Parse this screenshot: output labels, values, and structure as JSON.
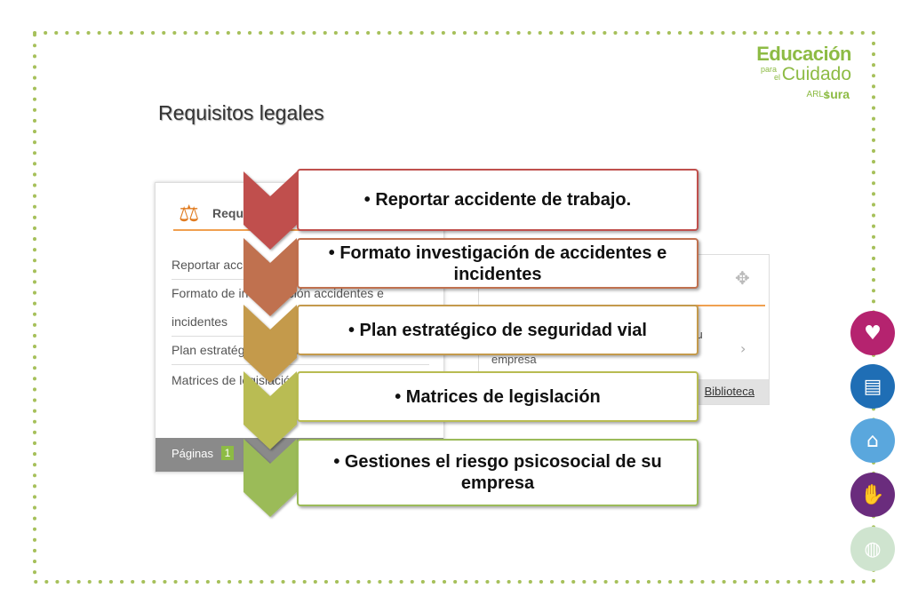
{
  "page": {
    "title": "Requisitos legales"
  },
  "logo": {
    "line1": "Educación",
    "para": "para",
    "el": "el",
    "line2": "Cuidado",
    "arl": "ARL |",
    "sura": "sura"
  },
  "background_screenshot": {
    "left_panel": {
      "header": "Requisitos legales",
      "rows": [
        "Reportar accidente de trabajo",
        "Formato de investigación accidentes e",
        "incidentes",
        "Plan estratégico seguridad vial",
        "Matrices de legislación"
      ],
      "footer_label": "Páginas",
      "footer_page": "1"
    },
    "right_panel": {
      "text_a": "su",
      "text_b": "empresa",
      "library_link": "Biblioteca"
    }
  },
  "process": {
    "steps": [
      {
        "label": "• Reportar accidente de trabajo.",
        "color": "#c0504d"
      },
      {
        "label": "• Formato investigación de accidentes e incidentes",
        "color": "#c0714f"
      },
      {
        "label": "• Plan estratégico de seguridad vial",
        "color": "#c49a4c"
      },
      {
        "label": "• Matrices de legislación",
        "color": "#b9bc52"
      },
      {
        "label": "• Gestiones el riesgo psicosocial de su empresa",
        "color": "#9bbb59"
      }
    ]
  },
  "side_icons": [
    {
      "name": "heart-icon",
      "color": "#b5236f"
    },
    {
      "name": "notebook-icon",
      "color": "#1f6eb5"
    },
    {
      "name": "factory-icon",
      "color": "#5aa7dd"
    },
    {
      "name": "handshake-icon",
      "color": "#6a2c7d"
    },
    {
      "name": "globe-icon",
      "color": "#cfe4cf"
    }
  ],
  "colors": {
    "frame_dots": "#a6c05a",
    "brand_green": "#8dbb44"
  }
}
